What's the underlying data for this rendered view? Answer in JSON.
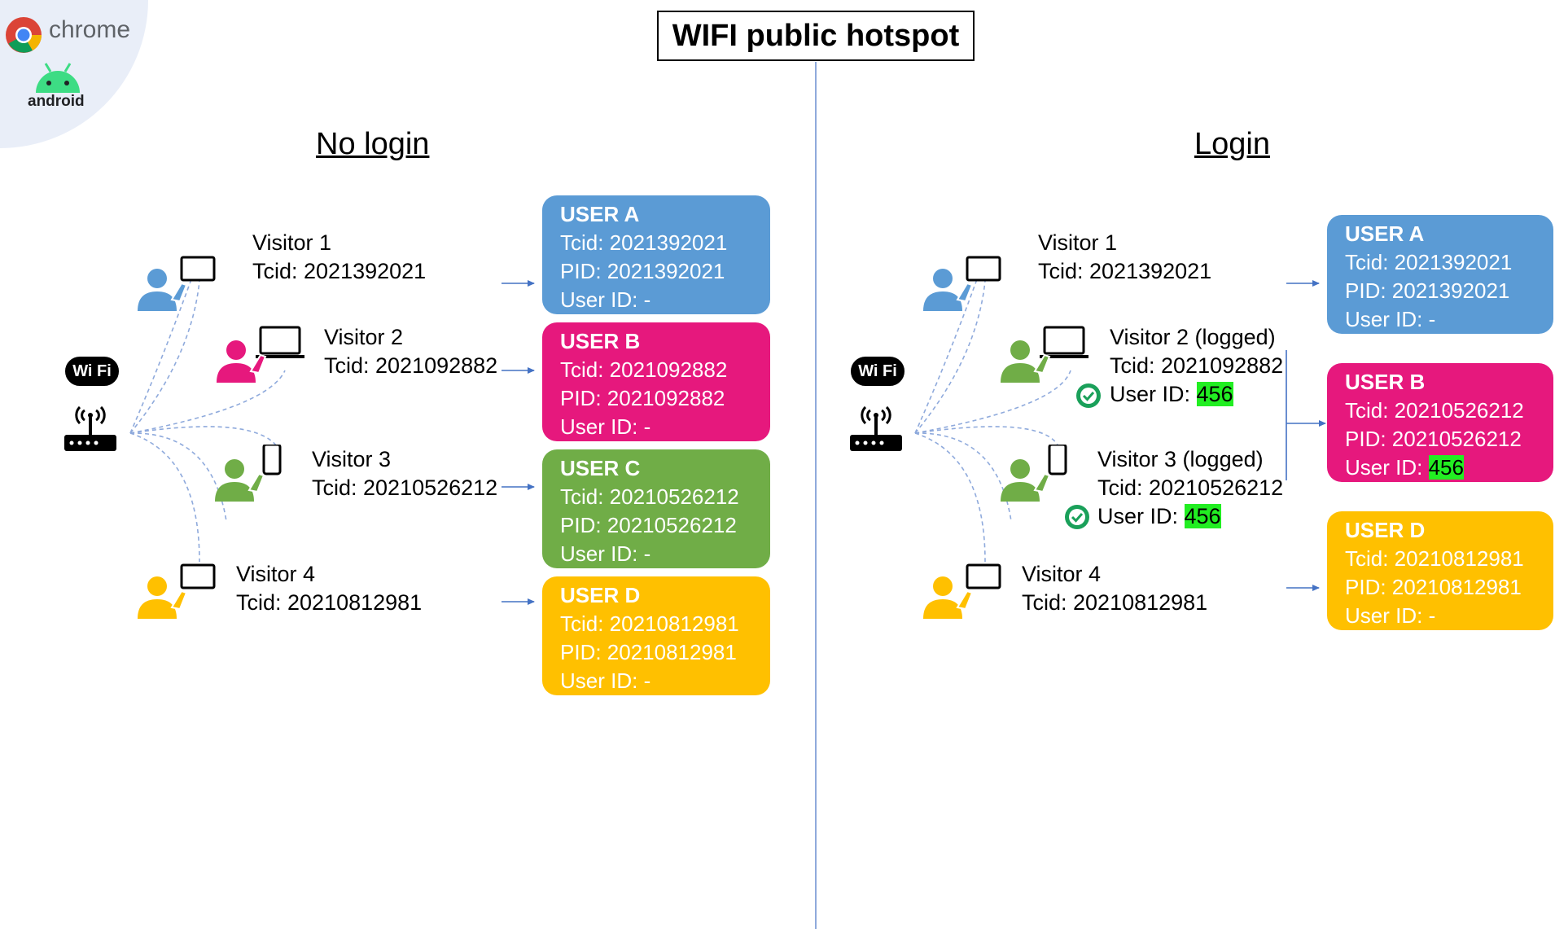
{
  "branding": {
    "chrome_label": "chrome",
    "android_label": "android"
  },
  "title": "WIFI public hotspot",
  "sections": {
    "no_login": {
      "title": "No login",
      "wifi_label": "Wi Fi",
      "visitors": [
        {
          "name": "Visitor 1",
          "tcid": "Tcid: 2021392021",
          "color": "#5b9bd5",
          "device": "tablet"
        },
        {
          "name": "Visitor 2",
          "tcid": "Tcid: 2021092882",
          "color": "#e6187d",
          "device": "laptop"
        },
        {
          "name": "Visitor 3",
          "tcid": "Tcid: 20210526212",
          "color": "#70ad47",
          "device": "phone"
        },
        {
          "name": "Visitor 4",
          "tcid": "Tcid: 20210812981",
          "color": "#ffc000",
          "device": "tablet"
        }
      ],
      "users": [
        {
          "header": "USER  A",
          "tcid": "Tcid: 2021392021",
          "pid": "PID: 2021392021",
          "userid": "User ID: -",
          "color": "#5b9bd5"
        },
        {
          "header": "USER  B",
          "tcid": "Tcid: 2021092882",
          "pid": "PID: 2021092882",
          "userid": "User ID: -",
          "color": "#e6187d"
        },
        {
          "header": "USER  C",
          "tcid": "Tcid: 20210526212",
          "pid": "PID: 20210526212",
          "userid": "User ID: -",
          "color": "#70ad47"
        },
        {
          "header": "USER  D",
          "tcid": "Tcid: 20210812981",
          "pid": "PID: 20210812981",
          "userid": "User ID: -",
          "color": "#ffc000"
        }
      ]
    },
    "login": {
      "title": "Login",
      "wifi_label": "Wi Fi",
      "visitors": [
        {
          "name": "Visitor 1",
          "tcid": "Tcid: 2021392021",
          "color": "#5b9bd5",
          "device": "tablet"
        },
        {
          "name": "Visitor 2 (logged)",
          "tcid": "Tcid: 2021092882",
          "userid_label": "User ID: ",
          "userid_value": "456",
          "color": "#70ad47",
          "device": "laptop"
        },
        {
          "name": "Visitor 3 (logged)",
          "tcid": "Tcid: 20210526212",
          "userid_label": "User ID: ",
          "userid_value": "456",
          "color": "#70ad47",
          "device": "phone"
        },
        {
          "name": "Visitor 4",
          "tcid": "Tcid: 20210812981",
          "color": "#ffc000",
          "device": "tablet"
        }
      ],
      "users": [
        {
          "header": "USER  A",
          "tcid": "Tcid: 2021392021",
          "pid": "PID: 2021392021",
          "userid": "User ID: -",
          "color": "#5b9bd5"
        },
        {
          "header": "USER  B",
          "tcid": "Tcid: 20210526212",
          "pid": "PID: 20210526212",
          "userid_label": "User ID: ",
          "userid_value": "456",
          "color": "#e6187d"
        },
        {
          "header": "USER  D",
          "tcid": "Tcid: 20210812981",
          "pid": "PID: 20210812981",
          "userid": "User ID: -",
          "color": "#ffc000"
        }
      ]
    }
  },
  "colors": {
    "line": "#8faadc",
    "arrow": "#4472c4",
    "check": "#1aa05a",
    "highlight": "#22ee22"
  }
}
